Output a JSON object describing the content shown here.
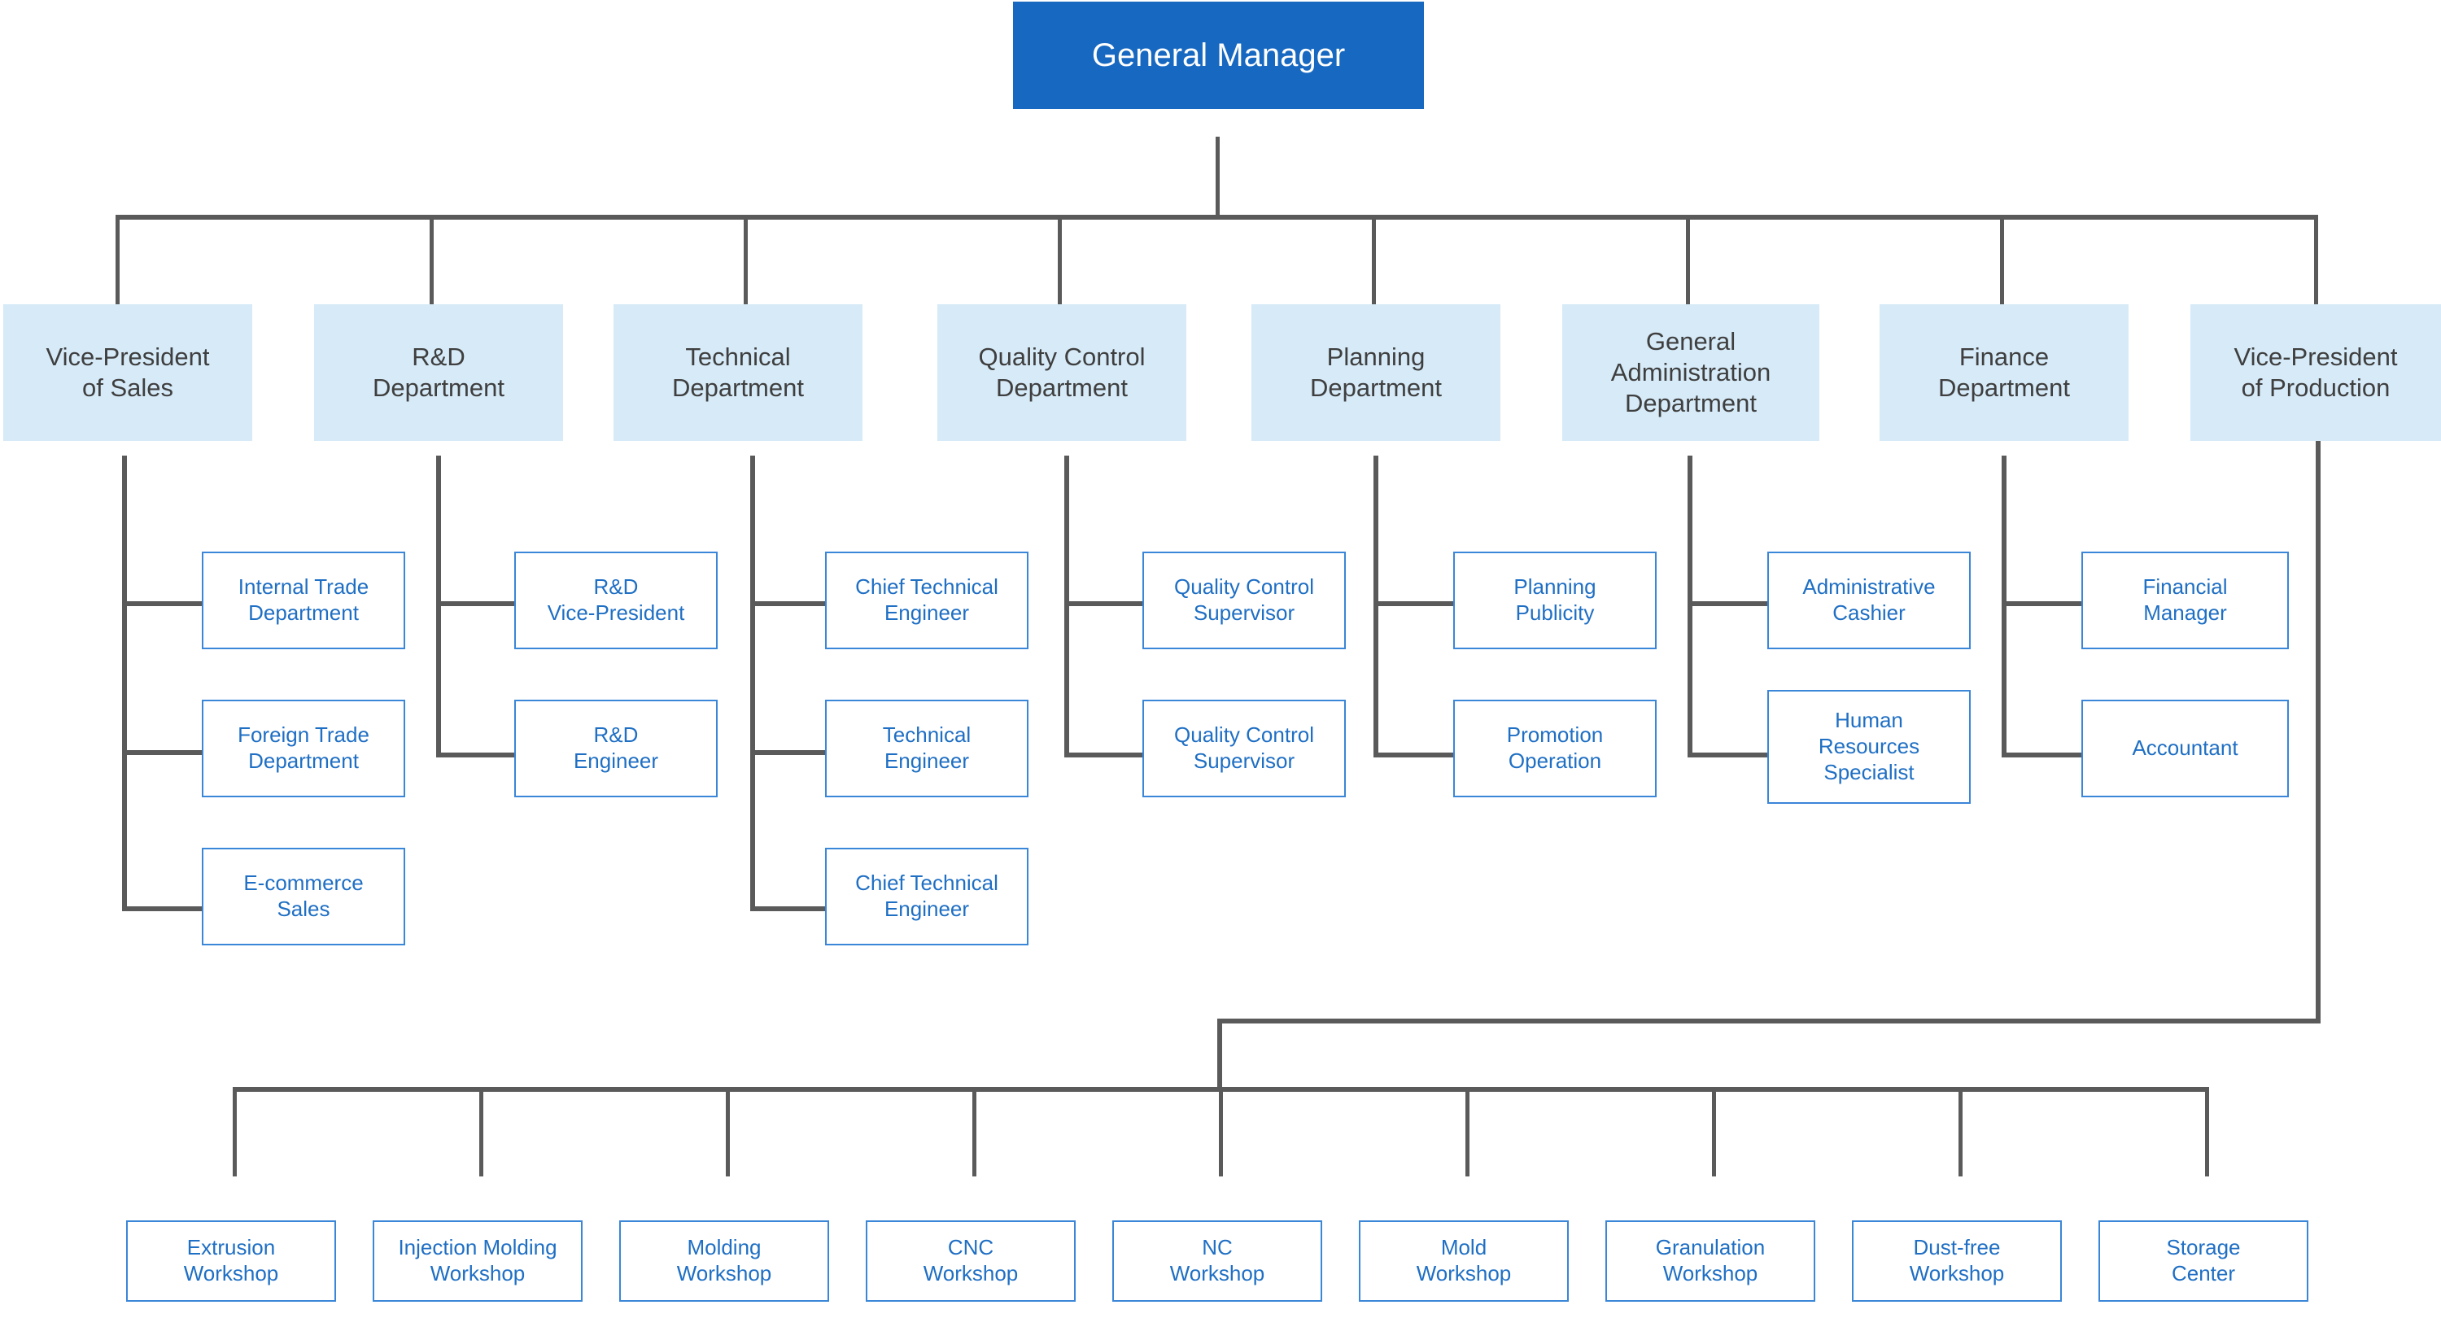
{
  "title": "Company Organization Chart",
  "colors": {
    "root_fill": "#1668c1",
    "root_text": "#ffffff",
    "dept_fill": "#d6eaf8",
    "dept_text": "#3f3f3f",
    "leaf_border": "#3a86d8",
    "leaf_text": "#1f6fc4",
    "connector": "#5a5a5a",
    "background": "#ffffff"
  },
  "root": {
    "label": "General Manager"
  },
  "departments": [
    {
      "label": "Vice-President\nof Sales"
    },
    {
      "label": "R&D\nDepartment"
    },
    {
      "label": "Technical\nDepartment"
    },
    {
      "label": "Quality Control\nDepartment"
    },
    {
      "label": "Planning\nDepartment"
    },
    {
      "label": "General\nAdministration\nDepartment"
    },
    {
      "label": "Finance\nDepartment"
    },
    {
      "label": "Vice-President\nof Production"
    }
  ],
  "roles": {
    "sales": [
      {
        "label": "Internal Trade\nDepartment"
      },
      {
        "label": "Foreign Trade\nDepartment"
      },
      {
        "label": "E-commerce\nSales"
      }
    ],
    "rnd": [
      {
        "label": "R&D\nVice-President"
      },
      {
        "label": "R&D\nEngineer"
      }
    ],
    "technical": [
      {
        "label": "Chief Technical\nEngineer"
      },
      {
        "label": "Technical\nEngineer"
      },
      {
        "label": "Chief Technical\nEngineer"
      }
    ],
    "quality": [
      {
        "label": "Quality Control\nSupervisor"
      },
      {
        "label": "Quality Control\nSupervisor"
      }
    ],
    "planning": [
      {
        "label": "Planning\nPublicity"
      },
      {
        "label": "Promotion\nOperation"
      }
    ],
    "admin": [
      {
        "label": "Administrative\nCashier"
      },
      {
        "label": "Human\nResources\nSpecialist"
      }
    ],
    "finance": [
      {
        "label": "Financial\nManager"
      },
      {
        "label": "Accountant"
      }
    ]
  },
  "workshops": [
    {
      "label": "Extrusion\nWorkshop"
    },
    {
      "label": "Injection Molding\nWorkshop"
    },
    {
      "label": "Molding\nWorkshop"
    },
    {
      "label": "CNC\nWorkshop"
    },
    {
      "label": "NC\nWorkshop"
    },
    {
      "label": "Mold\nWorkshop"
    },
    {
      "label": "Granulation\nWorkshop"
    },
    {
      "label": "Dust-free\nWorkshop"
    },
    {
      "label": "Storage\nCenter"
    }
  ]
}
